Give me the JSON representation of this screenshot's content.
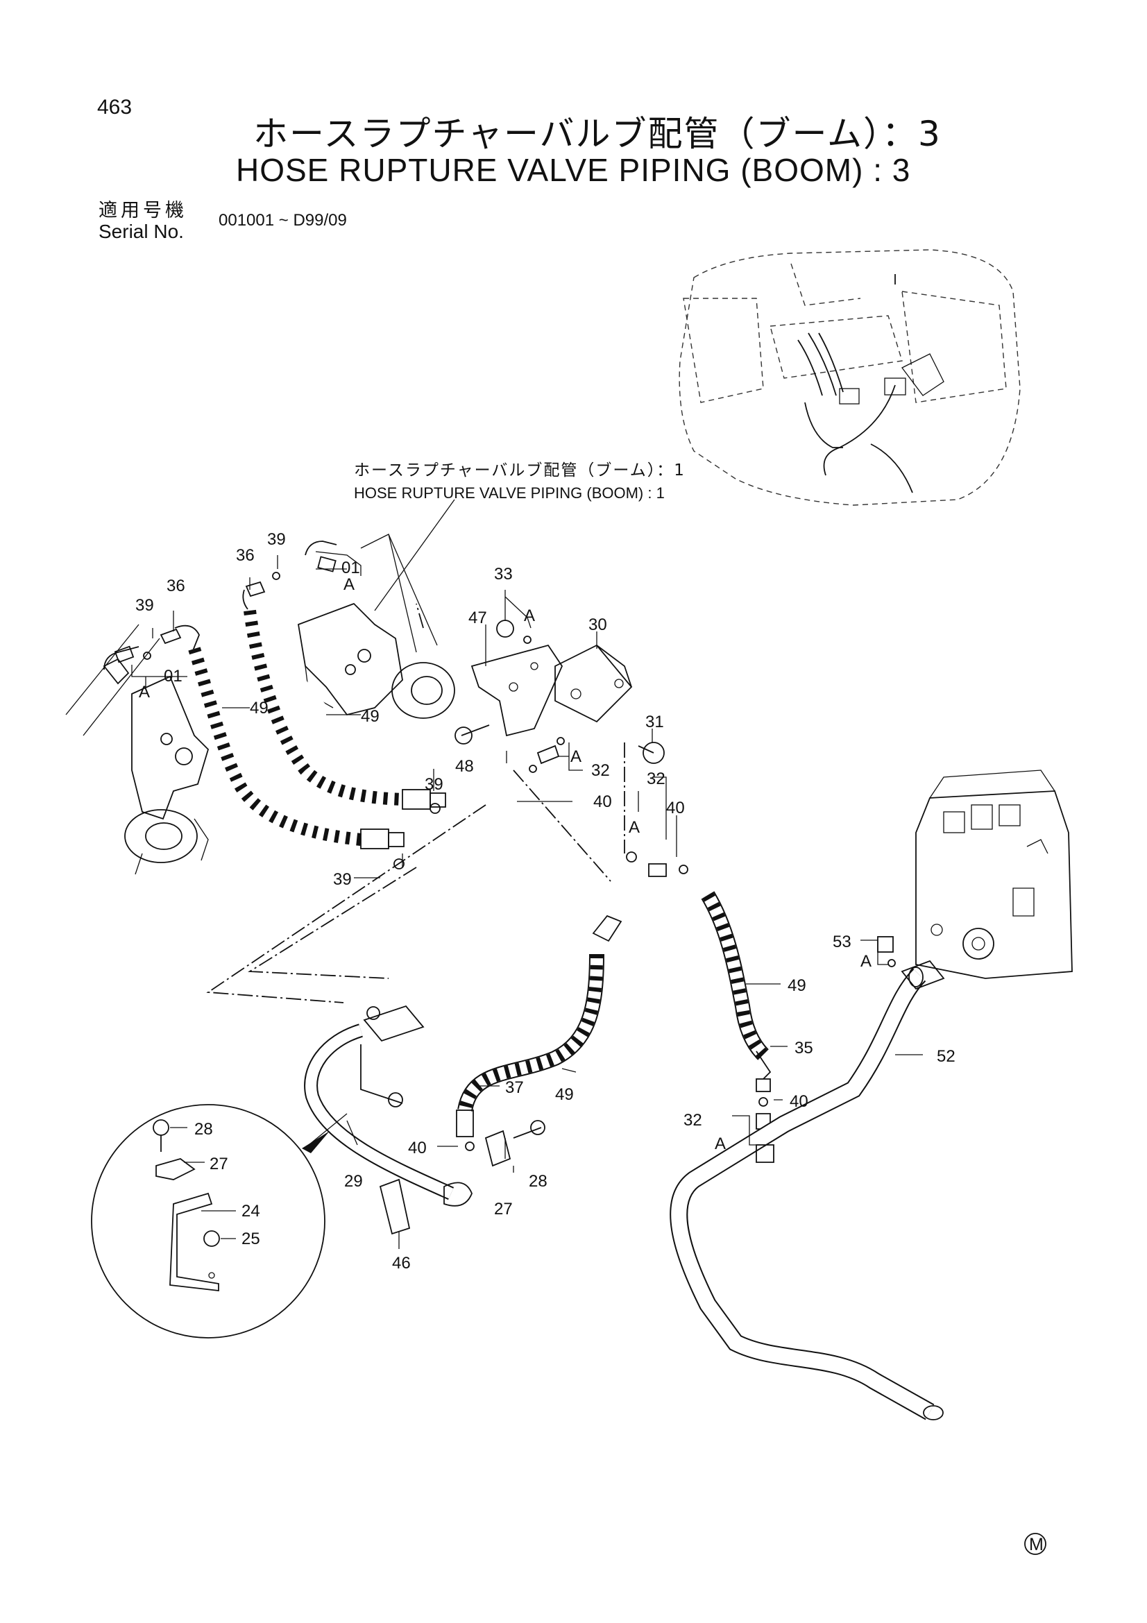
{
  "page_number": "463",
  "title_jp": "ホースラプチャーバルブ配管（ブーム）：3",
  "title_en": "HOSE RUPTURE VALVE PIPING (BOOM) : 3",
  "serial": {
    "label_jp": "適用号機",
    "label_en": "Serial No.",
    "range": "001001 ~ D99/09"
  },
  "reference": {
    "label_jp": "ホースラプチャーバルブ配管（ブーム）：1",
    "label_en": "HOSE RUPTURE VALVE PIPING (BOOM) : 1"
  },
  "callouts": {
    "c36a": "36",
    "c39a": "39",
    "c01a": "01",
    "cAa": "A",
    "c36b": "36",
    "c39b": "39",
    "c01b": "01",
    "cAb": "A",
    "c49a": "49",
    "c49b": "49",
    "c33": "33",
    "cAc": "A",
    "c47": "47",
    "c30": "30",
    "c31": "31",
    "cAd": "A",
    "c32a": "32",
    "c48": "48",
    "c40a": "40",
    "c39c": "39",
    "c39d": "39",
    "c32b": "32",
    "cAe": "A",
    "c40b": "40",
    "c49c": "49",
    "c35": "35",
    "c40c": "40",
    "c32c": "32",
    "cAf": "A",
    "c53": "53",
    "cAg": "A",
    "c52": "52",
    "c37": "37",
    "c49d": "49",
    "c40d": "40",
    "c28a": "28",
    "c27a": "27",
    "c29": "29",
    "c46": "46",
    "c28b": "28",
    "c27b": "27",
    "c24": "24",
    "c25": "25"
  },
  "manufacturer_mark": "M"
}
